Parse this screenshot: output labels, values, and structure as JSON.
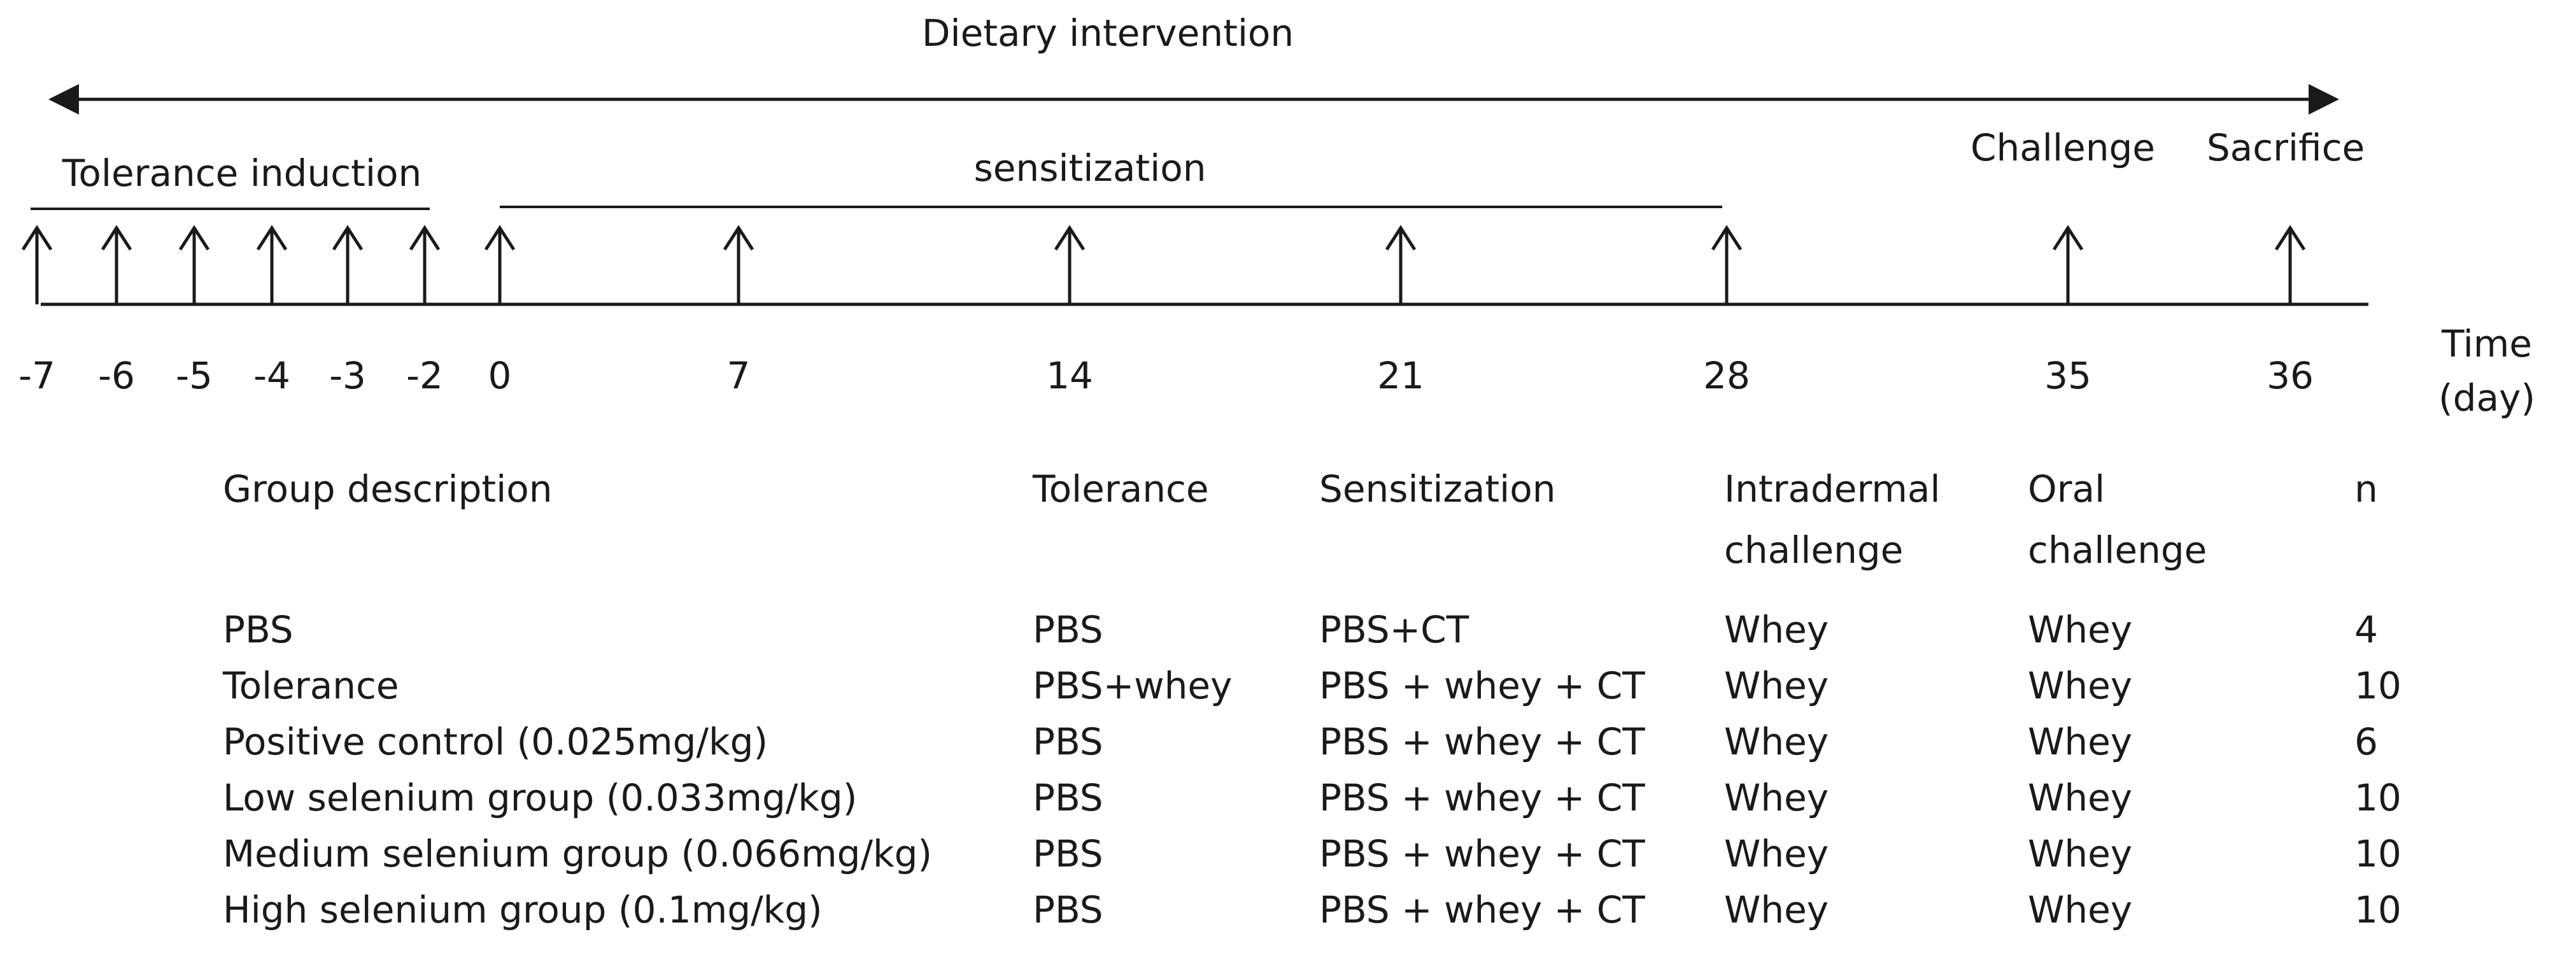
{
  "title": "Dietary intervention",
  "phases": {
    "tolerance": "Tolerance induction",
    "sensitization": "sensitization",
    "challenge": "Challenge",
    "sacrifice": "Sacrifice"
  },
  "time_axis": {
    "label_line1": "Time",
    "label_line2": "(day)",
    "ticks": [
      "-7",
      "-6",
      "-5",
      "-4",
      "-3",
      "-2",
      "0",
      "7",
      "14",
      "21",
      "28",
      "35",
      "36"
    ]
  },
  "table": {
    "headers": {
      "group": "Group description",
      "tolerance": "Tolerance",
      "sensitization": "Sensitization",
      "intradermal": "Intradermal challenge",
      "oral": "Oral challenge",
      "n": "n"
    },
    "rows": [
      {
        "group": "PBS",
        "tolerance": "PBS",
        "sensitization": "PBS+CT",
        "intradermal": "Whey",
        "oral": "Whey",
        "n": "4"
      },
      {
        "group": "Tolerance",
        "tolerance": "PBS+whey",
        "sensitization": "PBS + whey + CT",
        "intradermal": "Whey",
        "oral": "Whey",
        "n": "10"
      },
      {
        "group": "Positive control (0.025mg/kg)",
        "tolerance": "PBS",
        "sensitization": "PBS + whey + CT",
        "intradermal": "Whey",
        "oral": "Whey",
        "n": "6"
      },
      {
        "group": "Low selenium group (0.033mg/kg)",
        "tolerance": "PBS",
        "sensitization": "PBS + whey + CT",
        "intradermal": "Whey",
        "oral": "Whey",
        "n": "10"
      },
      {
        "group": "Medium selenium group (0.066mg/kg)",
        "tolerance": "PBS",
        "sensitization": "PBS + whey + CT",
        "intradermal": "Whey",
        "oral": "Whey",
        "n": "10"
      },
      {
        "group": "High selenium group (0.1mg/kg)",
        "tolerance": "PBS",
        "sensitization": "PBS + whey + CT",
        "intradermal": "Whey",
        "oral": "Whey",
        "n": "10"
      }
    ]
  }
}
